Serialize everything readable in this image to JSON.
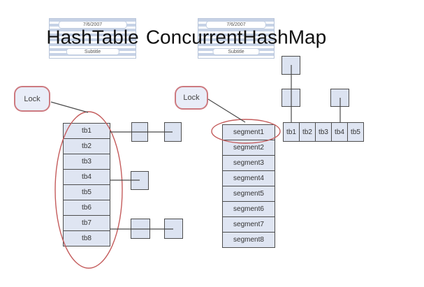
{
  "colors": {
    "cell_fill": "#dfe5f2",
    "cell_border": "#4d4d4d",
    "highlight_red": "#c45c5c",
    "lock_border": "#cd7a80",
    "stripe_blue": "#c6d2e6",
    "connector_gray": "#4a4a4a"
  },
  "titles": {
    "left": {
      "date": "7/6/2007",
      "title": "HashTable",
      "subtitle": "Subtitle"
    },
    "right": {
      "date": "7/6/2007",
      "title": "ConcurrentHashMap",
      "subtitle": "Subtitle"
    }
  },
  "hashtable": {
    "lock_label": "Lock",
    "buckets": [
      "tb1",
      "tb2",
      "tb3",
      "tb4",
      "tb5",
      "tb6",
      "tb7",
      "tb8"
    ]
  },
  "concurrenthashmap": {
    "lock_label": "Lock",
    "segments": [
      "segment1",
      "segment2",
      "segment3",
      "segment4",
      "segment5",
      "segment6",
      "segment7",
      "segment8"
    ],
    "buckets": [
      "tb1",
      "tb2",
      "tb3",
      "tb4",
      "tb5"
    ]
  }
}
